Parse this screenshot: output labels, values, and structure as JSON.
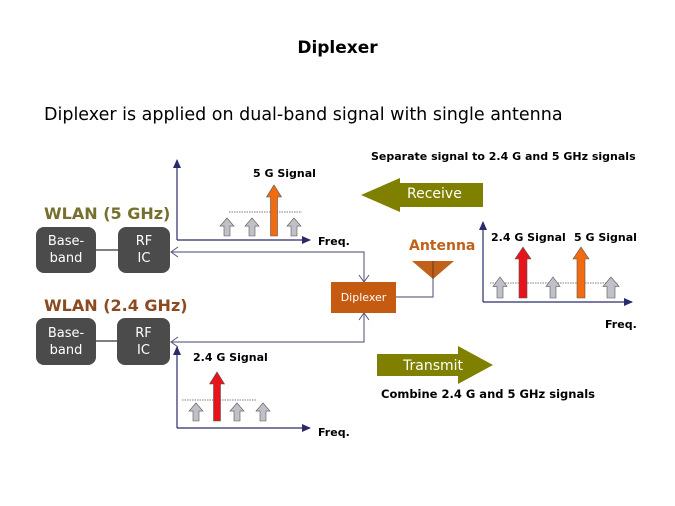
{
  "slide": {
    "title": "Diplexer",
    "subtitle": "Diplexer is applied on dual-band signal with single antenna"
  },
  "wlan_5": {
    "label": "WLAN (5 GHz)",
    "color": "#76702e",
    "baseband_line1": "Base-",
    "baseband_line2": "band",
    "rfic_line1": "RF",
    "rfic_line2": "IC"
  },
  "wlan_24": {
    "label": "WLAN (2.4 GHz)",
    "color": "#8b4a1f",
    "baseband_line1": "Base-",
    "baseband_line2": "band",
    "rfic_line1": "RF",
    "rfic_line2": "IC"
  },
  "spectrum_5g": {
    "signal_label": "5 G Signal",
    "axis_label": "Freq.",
    "signal_color": "#f26b10"
  },
  "spectrum_24g": {
    "signal_label": "2.4 G Signal",
    "axis_label": "Freq.",
    "signal_color": "#e8141b"
  },
  "spectrum_combined": {
    "signal_label_24": "2.4 G Signal",
    "signal_label_5": "5 G Signal",
    "axis_label": "Freq."
  },
  "diplexer": {
    "label": "Diplexer",
    "color": "#c55a11"
  },
  "antenna": {
    "label": "Antenna",
    "color": "#c0601a"
  },
  "receive": {
    "label": "Receive",
    "caption": "Separate signal to 2.4 G and 5 GHz signals",
    "color": "#808000"
  },
  "transmit": {
    "label": "Transmit",
    "caption": "Combine 2.4 G and 5 GHz signals",
    "color": "#808000"
  },
  "colors": {
    "line": "#3b3b6b",
    "noise_arrow": "#c0c0c8"
  }
}
